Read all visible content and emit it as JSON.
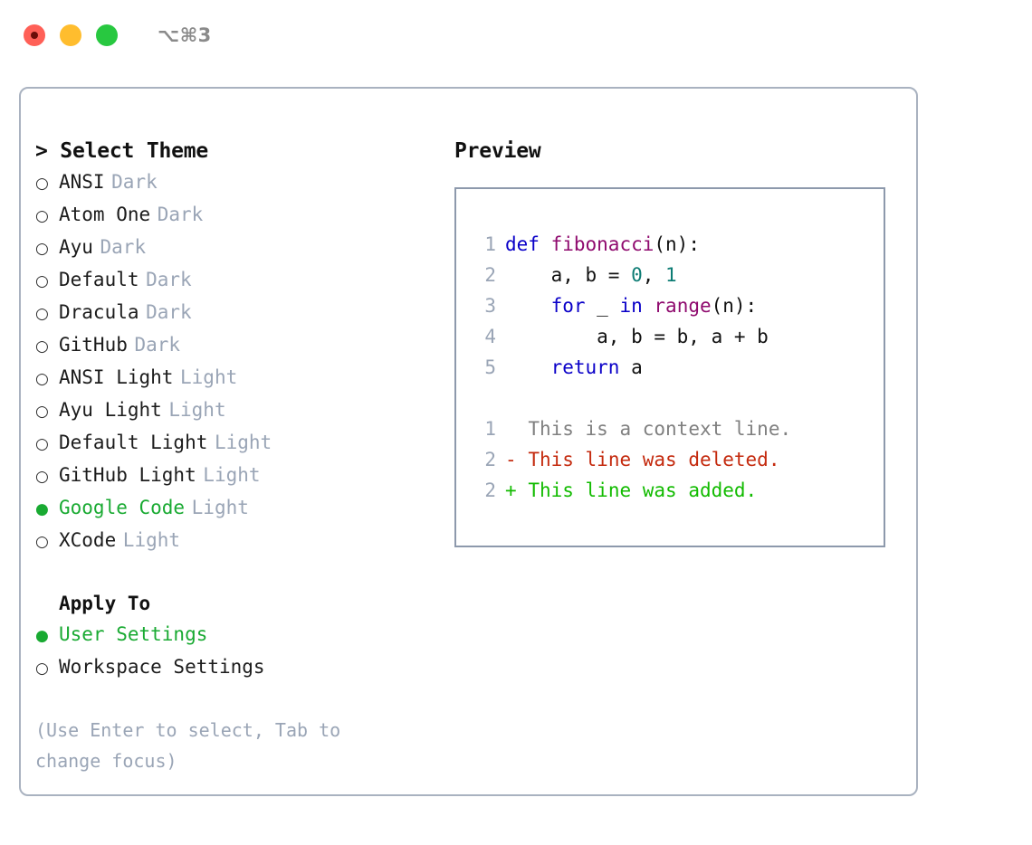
{
  "titlebar": {
    "shortcut": "⌥⌘3",
    "buttons": [
      {
        "name": "close",
        "color": "#ff6057"
      },
      {
        "name": "minimize",
        "color": "#ffbd2e"
      },
      {
        "name": "zoom",
        "color": "#28c840"
      }
    ]
  },
  "theme_picker": {
    "header": "> Select Theme",
    "items": [
      {
        "bullet": "○",
        "label": "ANSI",
        "badge": "Dark",
        "selected": false
      },
      {
        "bullet": "○",
        "label": "Atom One",
        "badge": "Dark",
        "selected": false
      },
      {
        "bullet": "○",
        "label": "Ayu",
        "badge": "Dark",
        "selected": false
      },
      {
        "bullet": "○",
        "label": "Default",
        "badge": "Dark",
        "selected": false
      },
      {
        "bullet": "○",
        "label": "Dracula",
        "badge": "Dark",
        "selected": false
      },
      {
        "bullet": "○",
        "label": "GitHub",
        "badge": "Dark",
        "selected": false
      },
      {
        "bullet": "○",
        "label": "ANSI Light",
        "badge": "Light",
        "selected": false
      },
      {
        "bullet": "○",
        "label": "Ayu Light",
        "badge": "Light",
        "selected": false
      },
      {
        "bullet": "○",
        "label": "Default Light",
        "badge": "Light",
        "selected": false
      },
      {
        "bullet": "○",
        "label": "GitHub Light",
        "badge": "Light",
        "selected": false
      },
      {
        "bullet": "●",
        "label": "Google Code",
        "badge": "Light",
        "selected": true
      },
      {
        "bullet": "○",
        "label": "XCode",
        "badge": "Light",
        "selected": false
      }
    ]
  },
  "apply_to": {
    "header": "Apply To",
    "items": [
      {
        "bullet": "●",
        "label": "User Settings",
        "selected": true
      },
      {
        "bullet": "○",
        "label": "Workspace Settings",
        "selected": false
      }
    ]
  },
  "hint": "(Use Enter to select, Tab to change focus)",
  "preview": {
    "title": "Preview",
    "code_lines": [
      {
        "num": "1",
        "tokens": [
          {
            "t": "def",
            "c": "kw"
          },
          {
            "t": " ",
            "c": "txt"
          },
          {
            "t": "fibonacci",
            "c": "fn"
          },
          {
            "t": "(n):",
            "c": "txt"
          }
        ]
      },
      {
        "num": "2",
        "tokens": [
          {
            "t": "    a, b = ",
            "c": "txt"
          },
          {
            "t": "0",
            "c": "num"
          },
          {
            "t": ", ",
            "c": "txt"
          },
          {
            "t": "1",
            "c": "num"
          }
        ]
      },
      {
        "num": "3",
        "tokens": [
          {
            "t": "    ",
            "c": "txt"
          },
          {
            "t": "for",
            "c": "kw"
          },
          {
            "t": " _ ",
            "c": "txt"
          },
          {
            "t": "in",
            "c": "kw"
          },
          {
            "t": " ",
            "c": "txt"
          },
          {
            "t": "range",
            "c": "fn"
          },
          {
            "t": "(n):",
            "c": "txt"
          }
        ]
      },
      {
        "num": "4",
        "tokens": [
          {
            "t": "        a, b = b, a + b",
            "c": "txt"
          }
        ]
      },
      {
        "num": "5",
        "tokens": [
          {
            "t": "    ",
            "c": "txt"
          },
          {
            "t": "return",
            "c": "kw"
          },
          {
            "t": " a",
            "c": "txt"
          }
        ]
      }
    ],
    "diff_lines": [
      {
        "num": "1",
        "marker": " ",
        "text": "This is a context line.",
        "kind": "ctx"
      },
      {
        "num": "2",
        "marker": "-",
        "text": "This line was deleted.",
        "kind": "del"
      },
      {
        "num": "2",
        "marker": "+",
        "text": "This line was added.",
        "kind": "add"
      }
    ]
  },
  "colors": {
    "accent_green": "#19aa32",
    "badge_gray": "#9aa5b6",
    "panel_border": "#a9b2c0",
    "code_border": "#8d99ac",
    "keyword": "#0a00c8",
    "function": "#8f0a6e",
    "number": "#0d7c74",
    "diff_delete": "#c42a0e",
    "diff_add": "#12bb00",
    "diff_context": "#808080"
  }
}
